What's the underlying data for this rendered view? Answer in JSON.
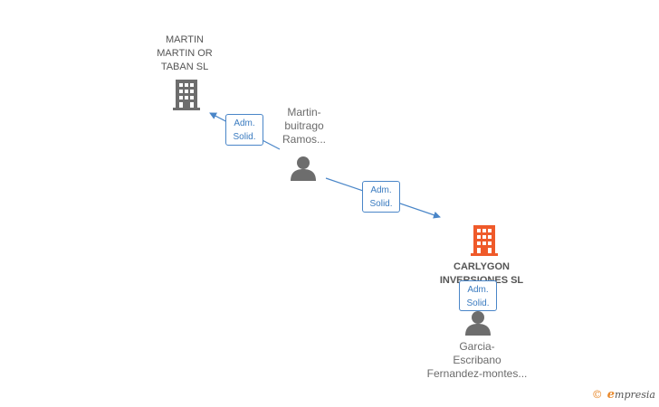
{
  "nodes": {
    "company_top": {
      "name": "MARTIN\nMARTIN OR\nTABAN SL"
    },
    "company_main": {
      "name": "CARLYGON\nINVERSIONES SL"
    },
    "person_top": {
      "name": "Martin-\nbuitrago\nRamos..."
    },
    "person_bottom": {
      "name": "Garcia-\nEscribano\nFernandez-montes..."
    }
  },
  "edges": [
    {
      "from": "person_top",
      "to": "company_top",
      "label": "Adm.\nSolid."
    },
    {
      "from": "person_top",
      "to": "company_main",
      "label": "Adm.\nSolid."
    },
    {
      "from": "person_bottom",
      "to": "company_main",
      "label": "Adm.\nSolid."
    }
  ],
  "colors": {
    "edge": "#4a86c8",
    "company_icon": "#6d6d6d",
    "company_main_icon": "#ef5a2a",
    "person_icon": "#6d6d6d",
    "brand_accent": "#e8882a"
  },
  "brand": {
    "copyright": "©",
    "initial": "e",
    "rest": "mpresia"
  }
}
